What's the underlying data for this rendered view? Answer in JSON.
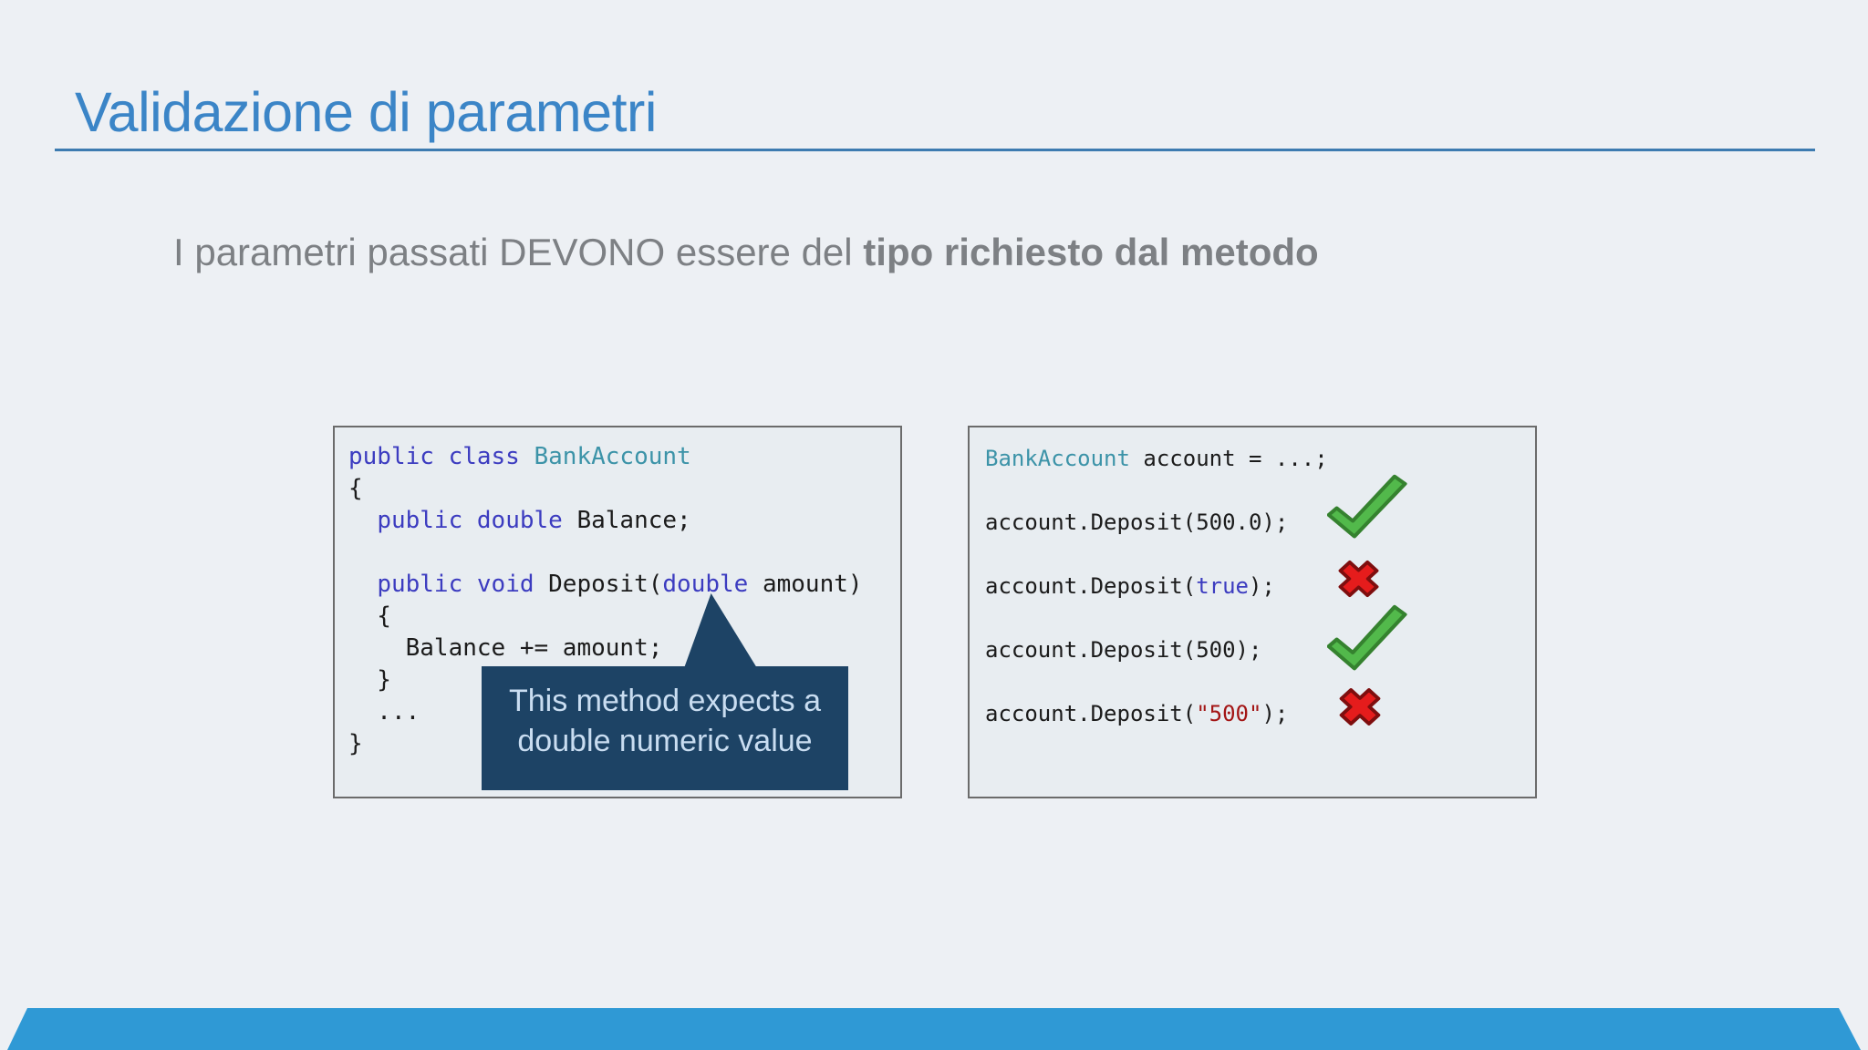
{
  "slide": {
    "title": "Validazione di parametri",
    "subtitle_normal": "I parametri passati DEVONO essere del ",
    "subtitle_bold": "tipo richiesto dal metodo"
  },
  "left_code": {
    "lines": [
      {
        "tokens": [
          {
            "c": "kw",
            "t": "public class "
          },
          {
            "c": "ty",
            "t": "BankAccount"
          }
        ]
      },
      {
        "tokens": [
          {
            "c": "pl",
            "t": "{"
          }
        ]
      },
      {
        "tokens": [
          {
            "c": "pl",
            "t": "  "
          },
          {
            "c": "kw",
            "t": "public double "
          },
          {
            "c": "pl",
            "t": "Balance;"
          }
        ]
      },
      {
        "tokens": []
      },
      {
        "tokens": [
          {
            "c": "pl",
            "t": "  "
          },
          {
            "c": "kw",
            "t": "public void "
          },
          {
            "c": "pl",
            "t": "Deposit("
          },
          {
            "c": "kw",
            "t": "double"
          },
          {
            "c": "pl",
            "t": " amount)"
          }
        ]
      },
      {
        "tokens": [
          {
            "c": "pl",
            "t": "  {"
          }
        ]
      },
      {
        "tokens": [
          {
            "c": "pl",
            "t": "    Balance += amount;"
          }
        ]
      },
      {
        "tokens": [
          {
            "c": "pl",
            "t": "  }"
          }
        ]
      },
      {
        "tokens": [
          {
            "c": "pl",
            "t": "  ..."
          }
        ]
      },
      {
        "tokens": [
          {
            "c": "pl",
            "t": "}"
          }
        ]
      }
    ]
  },
  "callout": {
    "text": "This method expects a double numeric value"
  },
  "right_code": {
    "rows": [
      {
        "result": "none",
        "tokens": [
          {
            "c": "ty",
            "t": "BankAccount"
          },
          {
            "c": "pl",
            "t": " account = ...;"
          }
        ]
      },
      {
        "result": "valid",
        "tokens": [
          {
            "c": "pl",
            "t": "account.Deposit(500.0);"
          }
        ]
      },
      {
        "result": "invalid",
        "tokens": [
          {
            "c": "pl",
            "t": "account.Deposit("
          },
          {
            "c": "kw",
            "t": "true"
          },
          {
            "c": "pl",
            "t": ");"
          }
        ]
      },
      {
        "result": "valid",
        "tokens": [
          {
            "c": "pl",
            "t": "account.Deposit(500);"
          }
        ]
      },
      {
        "result": "invalid",
        "tokens": [
          {
            "c": "pl",
            "t": "account.Deposit("
          },
          {
            "c": "str",
            "t": "\"500\""
          },
          {
            "c": "pl",
            "t": ");"
          }
        ]
      }
    ]
  },
  "icons": {
    "valid": "check-icon",
    "invalid": "cross-icon"
  },
  "colors": {
    "background": "#EDF0F4",
    "title_blue": "#3B85C7",
    "rule_blue": "#3D7BB0",
    "subtitle_gray": "#7D8084",
    "box_bg": "#E8EDF1",
    "box_border": "#6B6B6B",
    "keyword_blue": "#3C3CC0",
    "type_teal": "#3C93A8",
    "string_red": "#A31515",
    "code_black": "#1B1B1B",
    "callout_bg": "#1D4365",
    "callout_text": "#C9DDF1",
    "check_green": "#52B94B",
    "check_outline": "#35822F",
    "cross_red": "#E51C1C",
    "cross_outline": "#7E0E0E",
    "footer_blue": "#2F99D5"
  }
}
